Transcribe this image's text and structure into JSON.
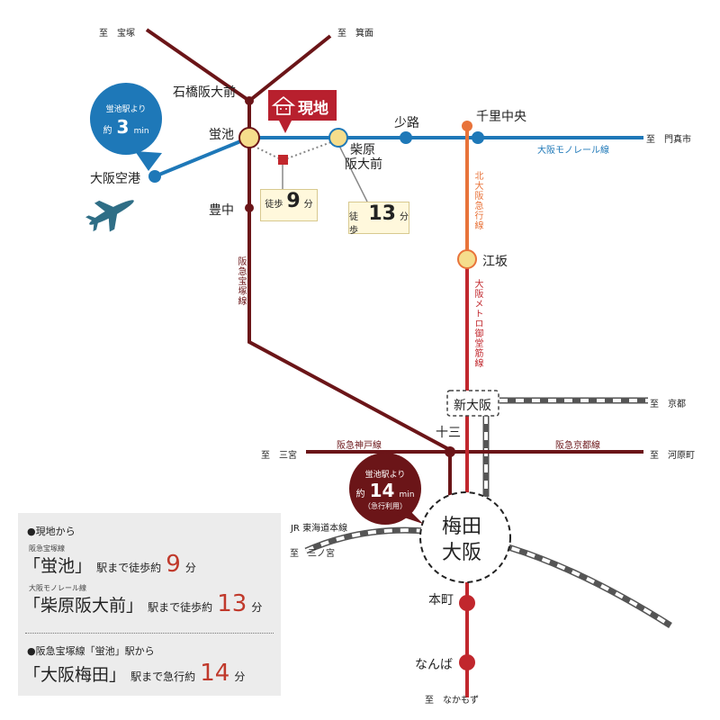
{
  "colors": {
    "hankyu_takarazuka": "#6b1518",
    "monorail": "#1e78b8",
    "kita_osaka_kyuko": "#e8733a",
    "midosuji": "#c1272d",
    "jr": "#555555",
    "transfer_station": "#f5dd8c",
    "walk_box_fill": "#fff8dc"
  },
  "destinations": {
    "takarazuka": "至　宝塚",
    "minoo": "至　箕面",
    "kadoma": "至　門真市",
    "kyoto": "至　京都",
    "kawaramachi": "至　河原町",
    "sannomiya_hankyu": "至　三宮",
    "sannomiya_jr": "至　三ノ宮",
    "nakamozu": "至　なかもず"
  },
  "stations": {
    "ishibashi": "石橋阪大前",
    "hotarugaike": "蛍池",
    "toyonaka": "豊中",
    "osaka_airport": "大阪空港",
    "shibahara_1": "柴原",
    "shibahara_2": "阪大前",
    "shoji": "少路",
    "senri_chuo": "千里中央",
    "esaka": "江坂",
    "shin_osaka": "新大阪",
    "juso": "十三",
    "umeda_1": "梅田",
    "umeda_2": "大阪",
    "honmachi": "本町",
    "namba": "なんば"
  },
  "lines": {
    "hankyu_takarazuka": "阪急宝塚線",
    "monorail": "大阪モノレール線",
    "kita_osaka_kyuko": "北大阪急行線",
    "midosuji": "大阪メトロ御堂筋線",
    "hankyu_kobe": "阪急神戸線",
    "hankyu_kyoto": "阪急京都線",
    "jr_tokaido": "JR 東海道本線"
  },
  "site": {
    "label": "現地"
  },
  "airport_bubble": {
    "line1": "蛍池駅より",
    "prefix": "約",
    "num": "3",
    "unit": "min"
  },
  "express_bubble": {
    "line1": "蛍池駅より",
    "prefix": "約",
    "num": "14",
    "unit": "min",
    "note": "（急行利用）"
  },
  "walk_hotarugaike": {
    "prefix": "徒歩",
    "num": "9",
    "unit": "分"
  },
  "walk_shibahara": {
    "prefix": "徒歩",
    "num": "13",
    "unit": "分"
  },
  "legend": {
    "section1_head": "●現地から",
    "row1": {
      "line": "阪急宝塚線",
      "station": "「蛍池」",
      "text": "駅まで徒歩約",
      "num": "9",
      "unit": "分"
    },
    "row2": {
      "line": "大阪モノレール線",
      "station": "「柴原阪大前」",
      "text": "駅まで徒歩約",
      "num": "13",
      "unit": "分"
    },
    "section2_head": "●阪急宝塚線「蛍池」駅から",
    "row3": {
      "station": "「大阪梅田」",
      "text": "駅まで急行約",
      "num": "14",
      "unit": "分"
    }
  }
}
